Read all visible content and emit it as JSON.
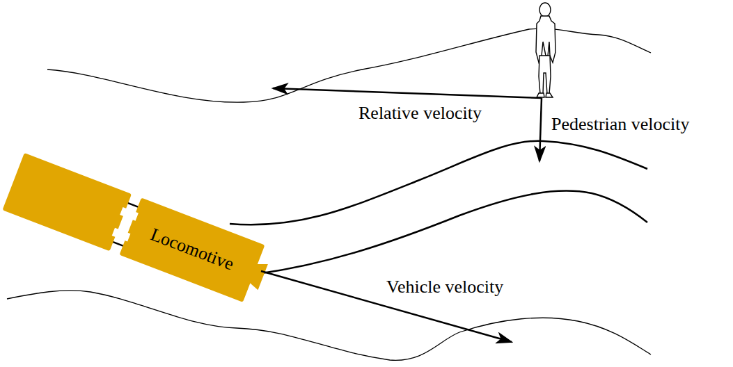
{
  "diagram": {
    "nodes": [
      {
        "text": [
          "Locomotive"
        ]
      }
    ],
    "labels": [
      "Relative velocity",
      "Pedestrian velocity",
      "Vehicle velocity"
    ]
  }
}
